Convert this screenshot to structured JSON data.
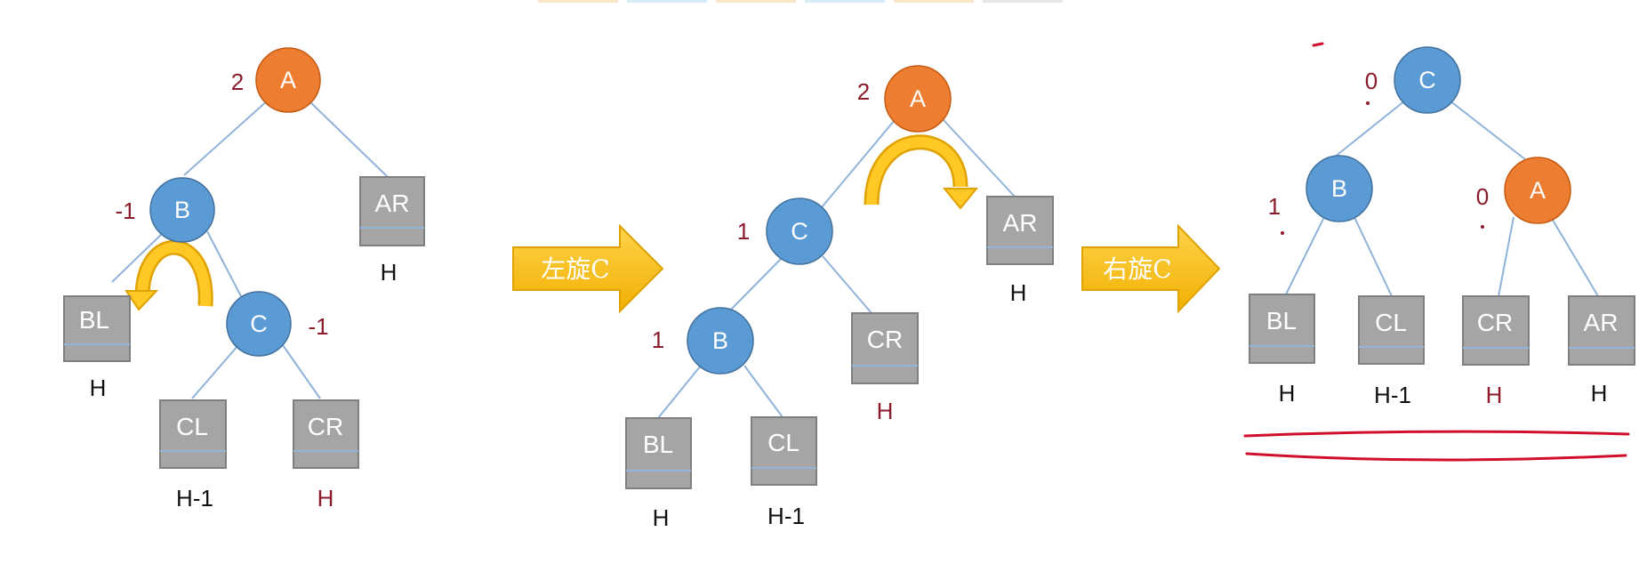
{
  "colors": {
    "blue_node": "#5b9bd5",
    "orange_node": "#ed7d31",
    "box_fill": "#a5a5a5",
    "box_stroke": "#7f7f7f",
    "edge": "#8fb3d9",
    "bf_text": "#8b1a2b",
    "h_black": "#111111",
    "h_red": "#8b1a2b",
    "arrow_yellow": "#ffc000",
    "rotate_arrow": "#ffc000",
    "pen_red": "#d0102a"
  },
  "diagram": {
    "stage1": {
      "nodes": {
        "a": {
          "label": "A",
          "bf": "2"
        },
        "b": {
          "label": "B",
          "bf": "-1"
        },
        "c": {
          "label": "C",
          "bf": "-1"
        }
      },
      "boxes": {
        "ar": {
          "label": "AR",
          "h": "H"
        },
        "bl": {
          "label": "BL",
          "h": "H"
        },
        "cl": {
          "label": "CL",
          "h": "H-1"
        },
        "cr": {
          "label": "CR",
          "h": "H"
        }
      }
    },
    "arrow1": {
      "label": "左旋C"
    },
    "stage2": {
      "nodes": {
        "a": {
          "label": "A",
          "bf": "2"
        },
        "c": {
          "label": "C",
          "bf": "1"
        },
        "b": {
          "label": "B",
          "bf": "1"
        }
      },
      "boxes": {
        "ar": {
          "label": "AR",
          "h": "H"
        },
        "cr": {
          "label": "CR",
          "h": "H"
        },
        "bl": {
          "label": "BL",
          "h": "H"
        },
        "cl": {
          "label": "CL",
          "h": "H-1"
        }
      }
    },
    "arrow2": {
      "label": "右旋C"
    },
    "stage3": {
      "nodes": {
        "c": {
          "label": "C",
          "bf": "0"
        },
        "b": {
          "label": "B",
          "bf": "1"
        },
        "a": {
          "label": "A",
          "bf": "0"
        }
      },
      "boxes": {
        "bl": {
          "label": "BL",
          "h": "H"
        },
        "cl": {
          "label": "CL",
          "h": "H-1"
        },
        "cr": {
          "label": "CR",
          "h": "H"
        },
        "ar": {
          "label": "AR",
          "h": "H"
        }
      }
    }
  }
}
